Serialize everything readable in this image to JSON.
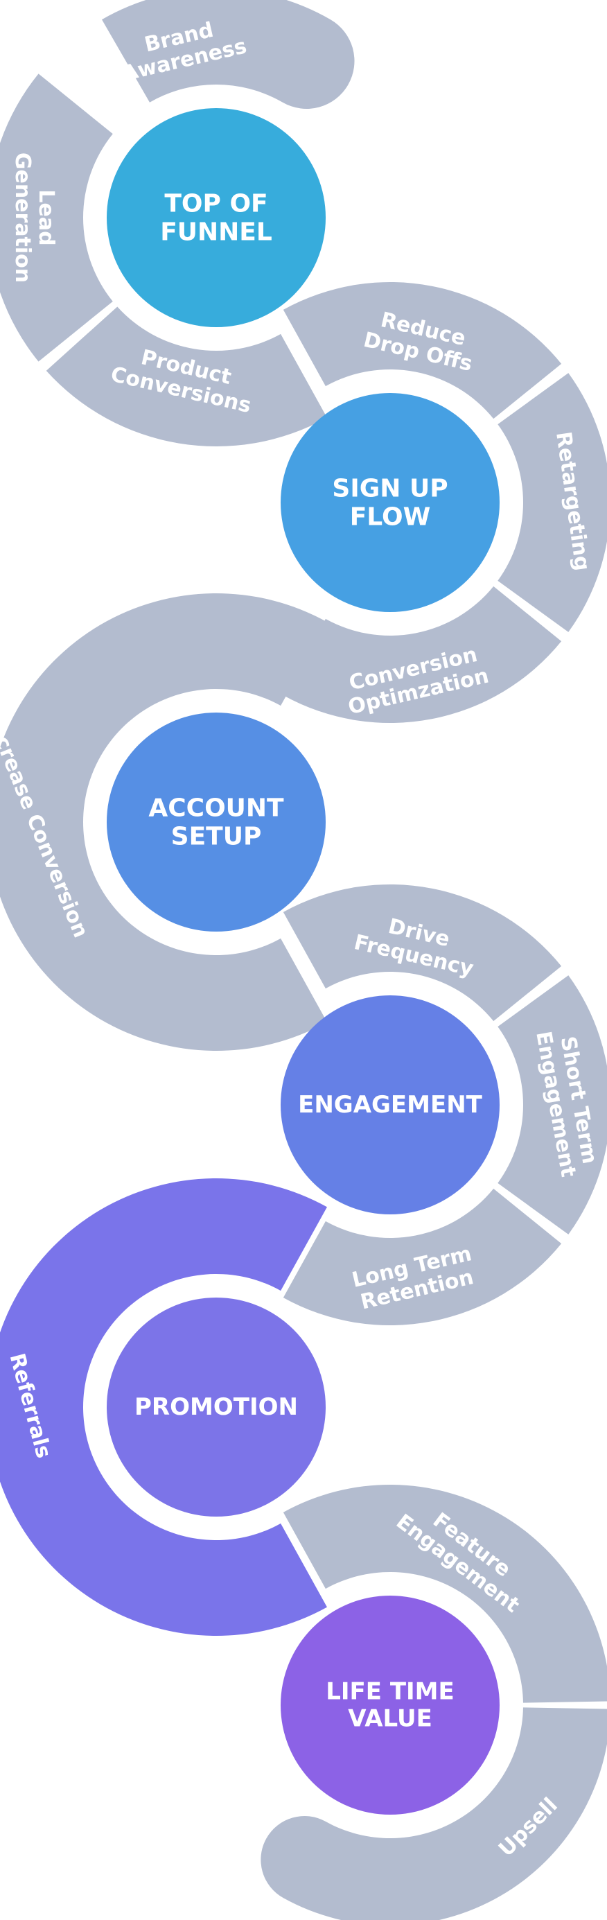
{
  "colors": {
    "segment": "#b3bccf",
    "segment_accent": "#7a74ea",
    "background": "#ffffff",
    "text": "#ffffff"
  },
  "stages": [
    {
      "title_lines": [
        "TOP OF",
        "FUNNEL"
      ],
      "color": "#37acdc",
      "segments": [
        {
          "lines": [
            "Brand",
            "Awareness"
          ]
        },
        {
          "lines": [
            "Lead",
            "Generation"
          ]
        },
        {
          "lines": [
            "Product",
            "Conversions"
          ]
        }
      ]
    },
    {
      "title_lines": [
        "SIGN UP",
        "FLOW"
      ],
      "color": "#46a0e3",
      "segments": [
        {
          "lines": [
            "Reduce",
            "Drop Offs"
          ]
        },
        {
          "lines": [
            "Retargeting"
          ]
        },
        {
          "lines": [
            "Conversion",
            "Optimzation"
          ]
        }
      ]
    },
    {
      "title_lines": [
        "ACCOUNT",
        "SETUP"
      ],
      "color": "#568fe4",
      "segments": [
        {
          "lines": [
            "Increase Conversion"
          ]
        }
      ]
    },
    {
      "title_lines": [
        "ENGAGEMENT"
      ],
      "color": "#6580e6",
      "segments": [
        {
          "lines": [
            "Drive",
            "Frequency"
          ]
        },
        {
          "lines": [
            "Short Term",
            "Engagement"
          ]
        },
        {
          "lines": [
            "Long Term",
            "Retention"
          ]
        }
      ]
    },
    {
      "title_lines": [
        "PROMOTION"
      ],
      "color": "#7c74e8",
      "segments": [
        {
          "lines": [
            "Referrals"
          ]
        }
      ]
    },
    {
      "title_lines": [
        "LIFE TIME",
        "VALUE"
      ],
      "color": "#8c62e6",
      "segments": [
        {
          "lines": [
            "Feature",
            "Engagement"
          ]
        },
        {
          "lines": [
            "Upsell"
          ]
        }
      ]
    }
  ]
}
